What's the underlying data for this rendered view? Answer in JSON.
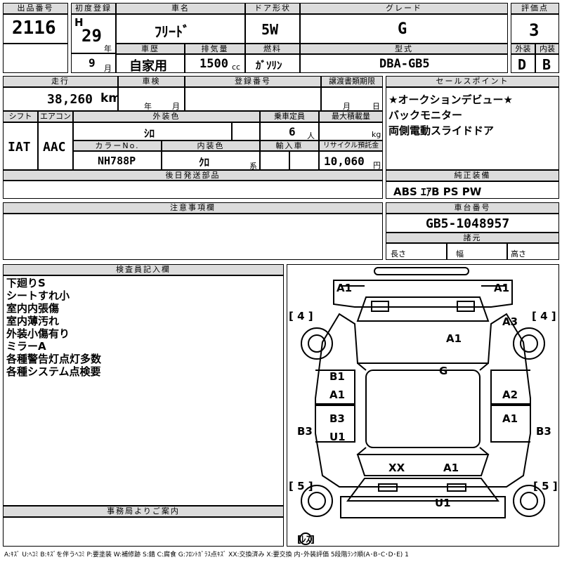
{
  "headers": {
    "lot_no": "出品番号",
    "first_reg": "初度登録",
    "car_name": "車名",
    "door_type": "ドア形状",
    "grade": "グレード",
    "score": "評価点",
    "history": "車歴",
    "displacement": "排気量",
    "fuel": "燃料",
    "model_code": "型式",
    "exterior": "外装",
    "interior": "内装",
    "mileage": "走行",
    "inspection": "車検",
    "reg_no": "登録番号",
    "transfer_deadline": "譲渡書類期限",
    "sales_points": "セールスポイント",
    "shift": "シフト",
    "aircon": "エアコン",
    "ext_color": "外装色",
    "capacity": "乗車定員",
    "max_load": "最大積載量",
    "color_no": "カラーNo.",
    "int_color": "内装色",
    "import": "輸入車",
    "recycle": "リサイクル預託金",
    "later_parts": "後日発送部品",
    "equipment": "純正装備",
    "notes": "注意事項欄",
    "chassis_no": "車台番号",
    "dims": "諸元",
    "inspector": "検査員記入欄",
    "office": "事務局よりご案内"
  },
  "vehicle": {
    "lot_no": "2116",
    "era": "H",
    "year": "29",
    "year_unit": "年",
    "month": "9",
    "month_unit": "月",
    "car_name": "ﾌﾘｰﾄﾞ",
    "door_type": "5W",
    "grade": "G",
    "score": "3",
    "history": "自家用",
    "displacement": "1500",
    "cc": "cc",
    "fuel": "ｶﾞｿﾘﾝ",
    "model_code": "DBA-GB5",
    "exterior_grade": "D",
    "interior_grade": "B",
    "mileage": "38,260",
    "km": "km",
    "insp_year": "年",
    "insp_month": "月",
    "transfer_month": "月",
    "transfer_day": "日",
    "shift": "IAT",
    "aircon": "AAC",
    "ext_color": "ｼﾛ",
    "capacity": "6",
    "capacity_unit": "人",
    "max_load_unit": "kg",
    "color_no": "NH788P",
    "int_color": "ｸﾛ",
    "int_color_suffix": "系",
    "recycle": "10,060",
    "yen": "円",
    "chassis_no": "GB5-1048957",
    "dim_length": "長さ",
    "dim_width": "幅",
    "dim_height": "高さ"
  },
  "sales_points": [
    "★オークションデビュー★",
    "バックモニター",
    "両側電動スライドドア"
  ],
  "equipment": "ABS ｴｱB PS PW",
  "inspector_notes": [
    "下廻りS",
    "シートすれ小",
    "室内内張傷",
    "室内薄汚れ",
    "外装小傷有り",
    "ミラーA",
    "各種警告灯点灯多数",
    "各種システム点検要"
  ],
  "diagram": {
    "tire_fl": "[ 4 ]",
    "tire_fr": "[ 4 ]",
    "tire_rl": "[ 5 ]",
    "tire_rr": "[ 5 ]",
    "front_left": "A1",
    "front_right": "A1",
    "right_front_fender": "A3",
    "bonnet": "A1",
    "roof": "G",
    "left_front_door_upper": "B1",
    "left_front_door_lower": "A1",
    "right_front_door": "A2",
    "left_rear_door_upper": "B3",
    "left_rear_door_lower": "U1",
    "right_rear_door": "A1",
    "left_rear_fender": "B3",
    "right_rear_fender": "B3",
    "rear_left": "XX",
    "rear_right": "A1",
    "rear_bumper": "U1",
    "spare": "[ﾚｽ]"
  },
  "legend": "A:ｷｽﾞ U:ﾍｺﾐ B:ｷｽﾞを伴うﾍｺﾐ P:要塗装 W:補修跡 S:錆 C:腐食 G:ﾌﾛﾝﾄｶﾞﾗｽ点ｷｽﾞ XX:交換済み X:要交換 内･外装評価 5段階ﾗﾝｸ順(A･B･C･D･E) 1"
}
